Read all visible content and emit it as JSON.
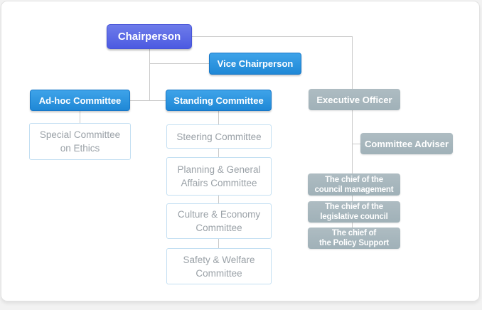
{
  "diagram": {
    "type": "org-chart",
    "nodes": {
      "chairperson": {
        "label": "Chairperson"
      },
      "vice_chairperson": {
        "label": "Vice Chairperson"
      },
      "adhoc_committee": {
        "label": "Ad-hoc Committee"
      },
      "standing_committee": {
        "label": "Standing Committee"
      },
      "special_committee": {
        "label": "Special Committee on Ethics",
        "line1": "Special Committee",
        "line2": "on Ethics"
      },
      "steering_committee": {
        "label": "Steering Committee"
      },
      "planning_committee": {
        "label": "Planning & General Affairs Committee",
        "line1": "Planning & General",
        "line2": "Affairs Committee"
      },
      "culture_committee": {
        "label": "Culture & Economy Committee",
        "line1": "Culture & Economy",
        "line2": "Committee"
      },
      "safety_committee": {
        "label": "Safety & Welfare Committee",
        "line1": "Safety & Welfare",
        "line2": "Committee"
      },
      "executive_officer": {
        "label": "Executive Officer"
      },
      "committee_adviser": {
        "label": "Committee Adviser"
      },
      "chief_council_management": {
        "label": "The chief of the council management",
        "line1": "The chief of the",
        "line2": "council management"
      },
      "chief_legislative_council": {
        "label": "The chief of the legislative council",
        "line1": "The chief of the",
        "line2": "legislative council"
      },
      "chief_policy_support": {
        "label": "The chief of the Policy Support",
        "line1": "The chief of",
        "line2": "the Policy Support"
      }
    },
    "colors": {
      "chairperson_fill": "#5765e3",
      "committee_fill": "#2e96e2",
      "staff_fill": "#a7b6bc",
      "sub_box_border": "#c3dff2",
      "sub_box_text": "#9aa1a7",
      "connector": "#c9c9c9"
    }
  }
}
